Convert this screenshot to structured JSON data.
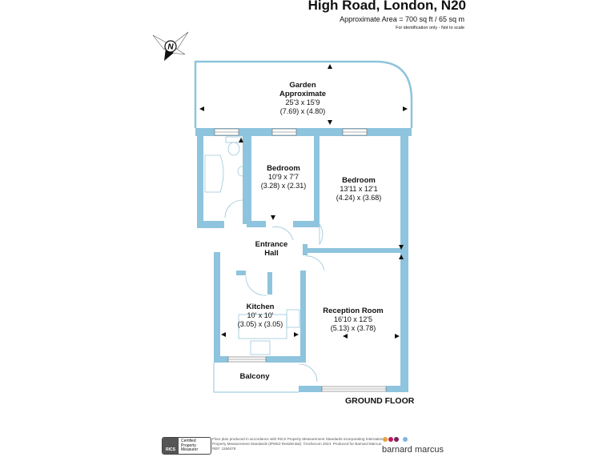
{
  "header": {
    "title": "High Road, London, N20",
    "area": "Approximate Area = 700 sq ft / 65 sq m",
    "note": "For identification only - Not to scale"
  },
  "compass": {
    "label": "N"
  },
  "rooms": [
    {
      "name": "Garden",
      "subtitle": "Approximate",
      "imperial": "25'3 x 15'9",
      "metric": "(7.69) x (4.80)"
    },
    {
      "name": "Bedroom",
      "imperial": "10'9 x 7'7",
      "metric": "(3.28) x (2.31)"
    },
    {
      "name": "Bedroom",
      "imperial": "13'11 x 12'1",
      "metric": "(4.24) x (3.68)"
    },
    {
      "name": "Entrance",
      "subtitle": "Hall"
    },
    {
      "name": "Kitchen",
      "imperial": "10' x 10'",
      "metric": "(3.05) x (3.05)"
    },
    {
      "name": "Reception Room",
      "imperial": "16'10 x 12'5",
      "metric": "(5.13) x (3.78)"
    },
    {
      "name": "Balcony"
    }
  ],
  "floor_label": "GROUND FLOOR",
  "colors": {
    "wall": "#8ec4dd",
    "brand_dots": [
      "#e8a33c",
      "#c2185b",
      "#7b1f5e",
      "#7fb5e0"
    ]
  },
  "footer": {
    "rics_logo": "RICS",
    "rics_badge": [
      "Certified",
      "Property",
      "Measurer"
    ],
    "legal": "Floor plan produced in accordance with RICS Property Measurement Standards incorporating International Property Measurement Standards (IPMS2 Residential). ©nichecom 2024. Produced for Barnard Marcus. REF: 1166478",
    "brand": "barnard marcus"
  }
}
